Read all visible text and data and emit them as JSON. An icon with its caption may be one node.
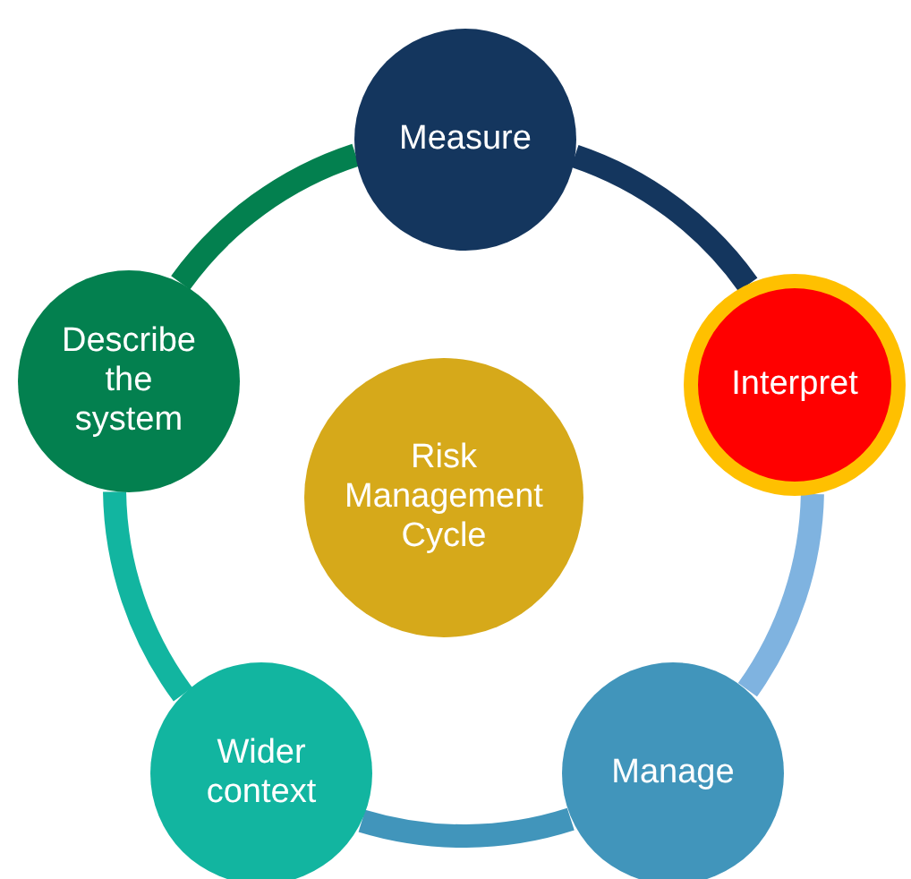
{
  "diagram": {
    "nodes": [
      {
        "text": [
          "Risk Management Cycle"
        ]
      },
      {
        "text": [
          "Measure"
        ]
      },
      {
        "text": [
          "Interpret"
        ]
      },
      {
        "text": [
          "Manage"
        ]
      },
      {
        "text": [
          "Wider context"
        ]
      },
      {
        "text": [
          "Describe the system"
        ]
      }
    ],
    "edges": [
      {
        "from": 1,
        "to": 2,
        "arrow": "none",
        "color": "#14365e"
      },
      {
        "from": 2,
        "to": 3,
        "arrow": "none",
        "color": "#7fb3e0"
      },
      {
        "from": 3,
        "to": 4,
        "arrow": "none",
        "color": "#4195bb"
      },
      {
        "from": 4,
        "to": 5,
        "arrow": "none",
        "color": "#12b5a0"
      },
      {
        "from": 5,
        "to": 1,
        "arrow": "none",
        "color": "#03804f"
      }
    ]
  }
}
